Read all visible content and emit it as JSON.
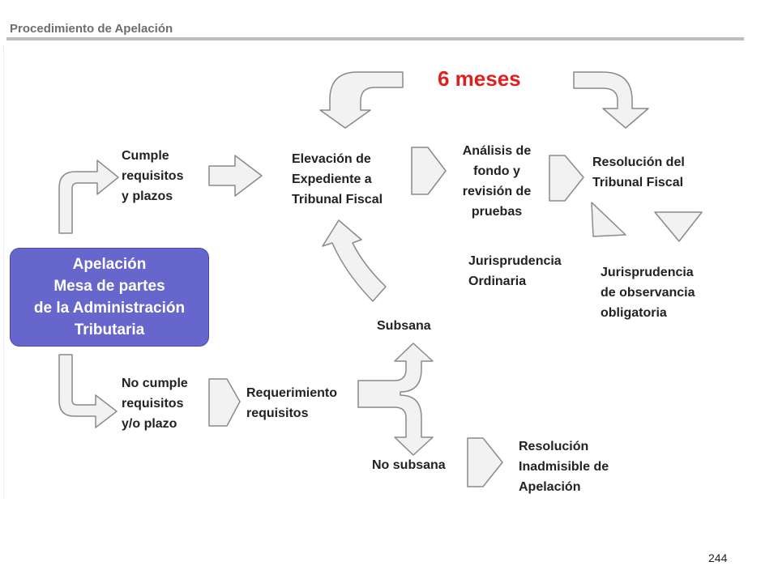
{
  "header": {
    "title": "Procedimiento de Apelación"
  },
  "timeline": {
    "label": "6 meses"
  },
  "main_box": {
    "lines": [
      "Apelación",
      "Mesa de partes",
      "de la Administración",
      "Tributaria"
    ],
    "fill_color": "#6666cc"
  },
  "nodes": {
    "cumple": [
      "Cumple",
      "requisitos",
      "y plazos"
    ],
    "no_cumple": [
      "No cumple",
      "requisitos",
      "y/o plazo"
    ],
    "elevacion": [
      "Elevación de",
      "Expediente a",
      "Tribunal Fiscal"
    ],
    "analisis": [
      "Análisis de",
      "fondo y",
      "revisión de",
      "pruebas"
    ],
    "resolucion_tribunal": [
      "Resolución del",
      "Tribunal Fiscal"
    ],
    "juris_ordinaria": [
      "Jurisprudencia",
      "Ordinaria"
    ],
    "juris_obligatoria": [
      "Jurisprudencia",
      "de observancia",
      "obligatoria"
    ],
    "subsana": "Subsana",
    "no_subsana": "No subsana",
    "requerimiento": [
      "Requerimiento",
      "requisitos"
    ],
    "resolucion_inadmisible": [
      "Resolución",
      "Inadmisible de",
      "Apelación"
    ]
  },
  "colors": {
    "accent_red": "#e0201e",
    "arrow_fill": "#f2f2f2",
    "arrow_stroke": "#8a8a8a"
  },
  "footer": {
    "page_number": "244"
  }
}
